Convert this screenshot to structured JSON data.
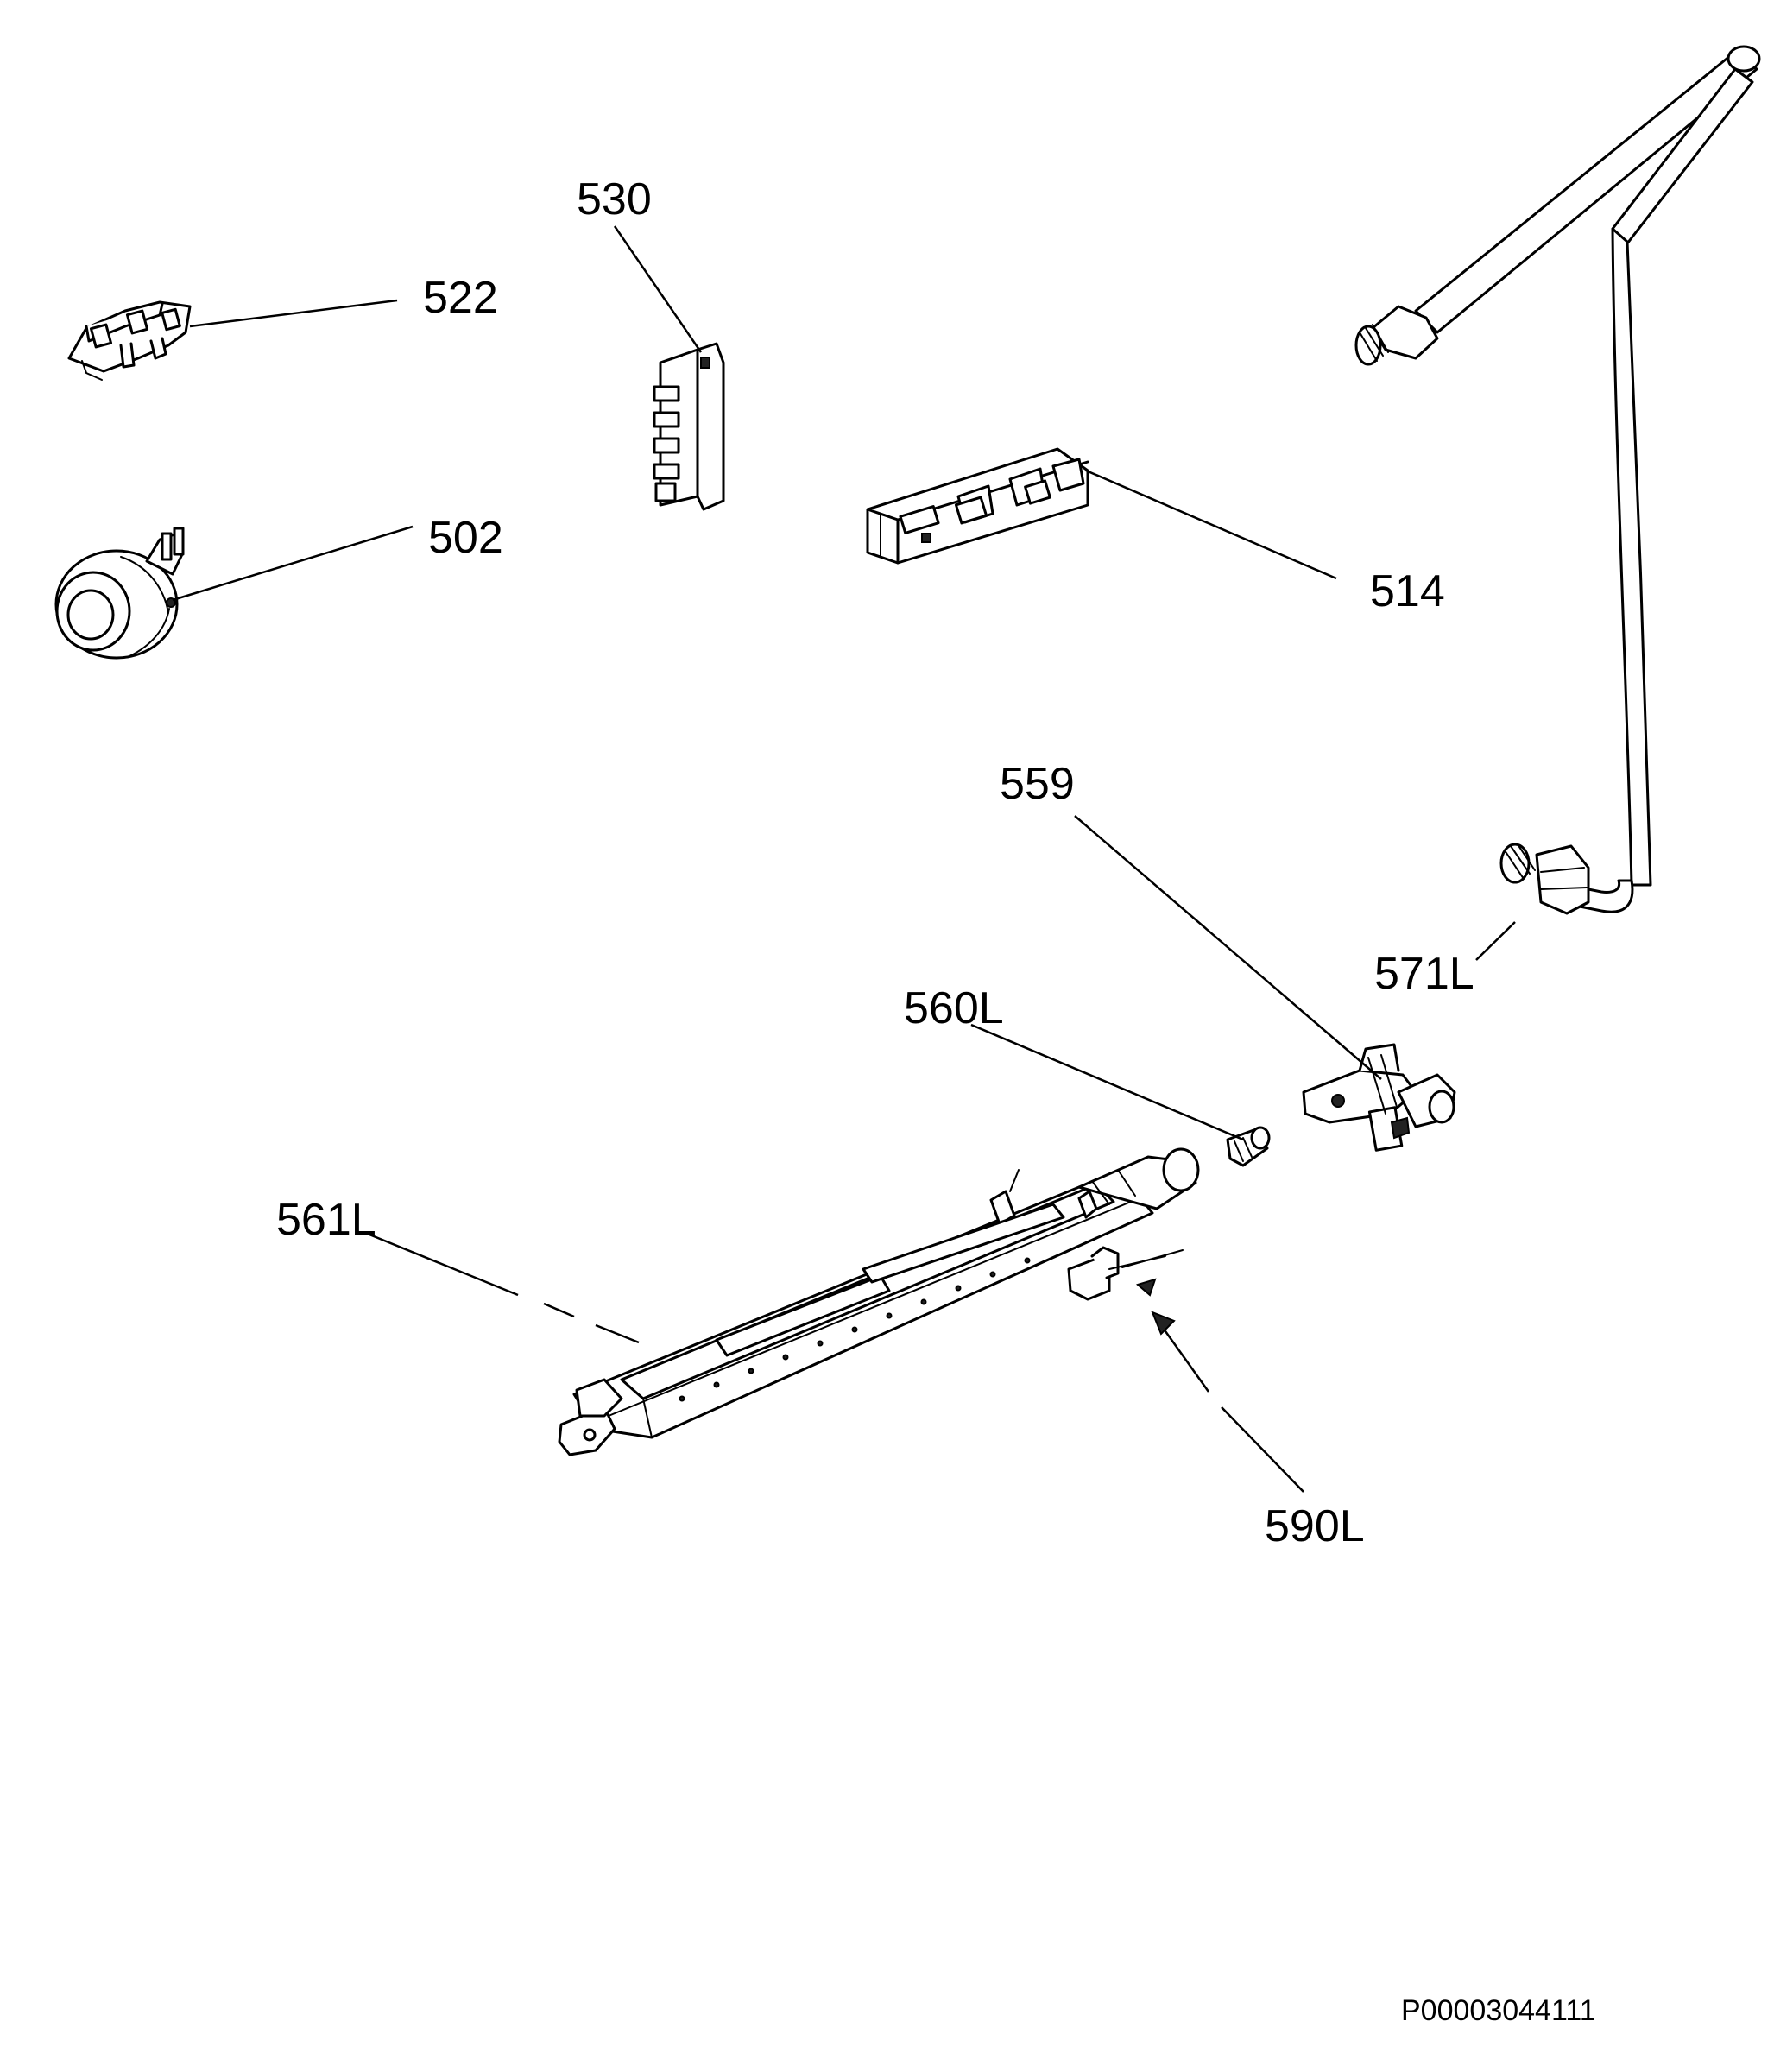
{
  "callouts": {
    "c530": "530",
    "c522": "522",
    "c502": "502",
    "c514": "514",
    "c559": "559",
    "c571L": "571L",
    "c560L": "560L",
    "c561L": "561L",
    "c590L": "590L"
  },
  "document_id": "P00003044111"
}
